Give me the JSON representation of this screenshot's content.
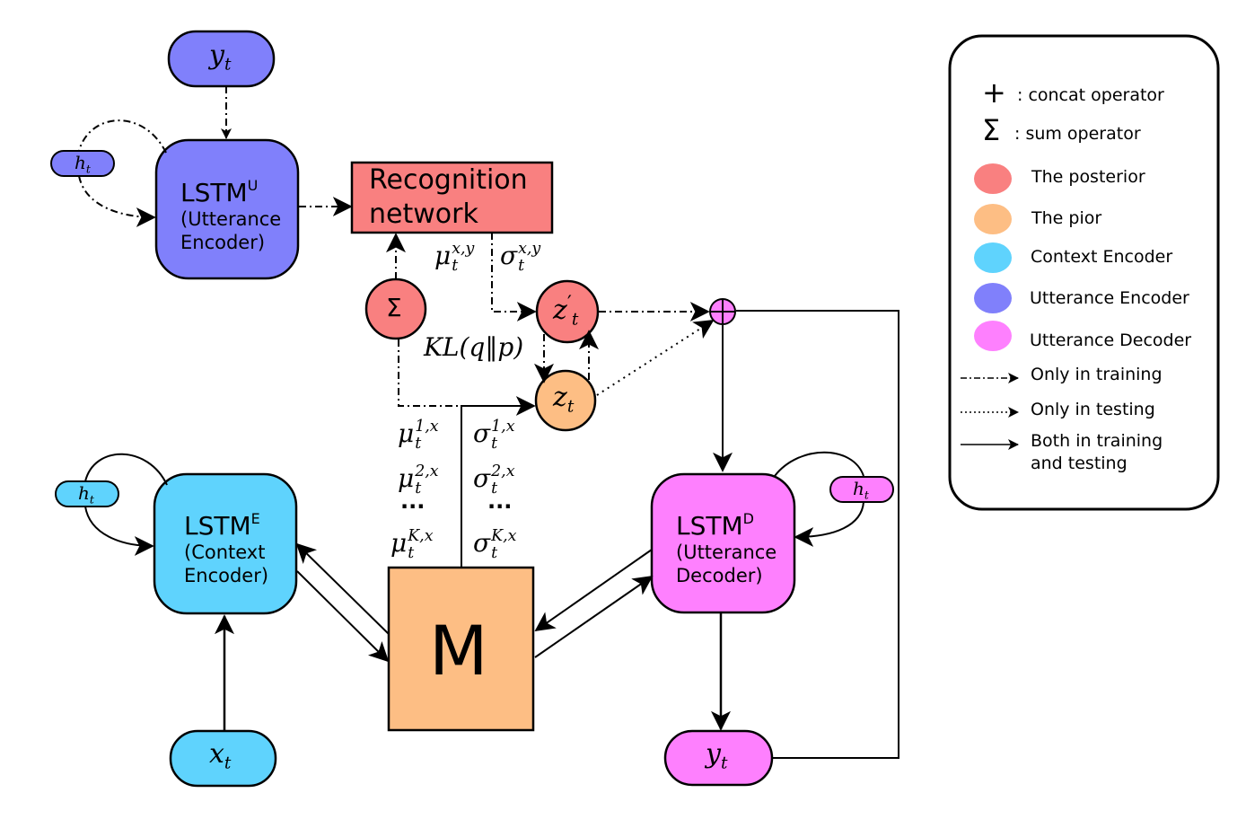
{
  "colors": {
    "posterior": "#f98080",
    "prior": "#fdbe84",
    "context": "#5fd3fd",
    "utterance_encoder": "#8080fb",
    "utterance_decoder": "#fe80fe"
  },
  "nodes": {
    "y_top": {
      "base": "y",
      "sub": "t"
    },
    "y_bottom": {
      "base": "y",
      "sub": "t"
    },
    "x_bottom": {
      "base": "x",
      "sub": "t"
    },
    "h_enc_u": {
      "base": "h",
      "sub": "t"
    },
    "h_enc_e": {
      "base": "h",
      "sub": "t"
    },
    "h_dec": {
      "base": "h",
      "sub": "t"
    },
    "lstm_u": {
      "title": "LSTM",
      "sup": "U",
      "line1": "(Utterance",
      "line2": "Encoder)"
    },
    "lstm_e": {
      "title": "LSTM",
      "sup": "E",
      "line1": "(Context",
      "line2": "Encoder)"
    },
    "lstm_d": {
      "title": "LSTM",
      "sup": "D",
      "line1": "(Utterance",
      "line2": "Decoder)"
    },
    "recognition": {
      "line1": "Recognition",
      "line2": "network"
    },
    "sum_node": {
      "symbol": "Σ"
    },
    "z_prime": {
      "base": "z",
      "mark": "′",
      "sub": "t"
    },
    "z": {
      "base": "z",
      "sub": "t"
    },
    "memory": {
      "label": "M"
    }
  },
  "math_labels": {
    "mu_xy": {
      "base": "μ",
      "sub": "t",
      "sup": "x,y"
    },
    "sigma_xy": {
      "base": "σ",
      "sub": "t",
      "sup": "x,y"
    },
    "kl": "KL(q‖p)",
    "mu_1": {
      "base": "μ",
      "sub": "t",
      "sup": "1,x"
    },
    "mu_2": {
      "base": "μ",
      "sub": "t",
      "sup": "2,x"
    },
    "mu_k": {
      "base": "μ",
      "sub": "t",
      "sup": "K,x"
    },
    "sigma_1": {
      "base": "σ",
      "sub": "t",
      "sup": "1,x"
    },
    "sigma_2": {
      "base": "σ",
      "sub": "t",
      "sup": "2,x"
    },
    "sigma_k": {
      "base": "σ",
      "sub": "t",
      "sup": "K,x"
    },
    "dots": "···"
  },
  "legend": {
    "concat_symbol": "+",
    "concat_label": ": concat operator",
    "sum_symbol": "Σ",
    "sum_label": ": sum operator",
    "posterior": "The posterior",
    "prior": "The pior",
    "context": "Context Encoder",
    "utterance_encoder": "Utterance Encoder",
    "utterance_decoder": "Utterance Decoder",
    "training": "Only in training",
    "testing": "Only in testing",
    "both_line1": "Both in training",
    "both_line2": "and testing"
  }
}
